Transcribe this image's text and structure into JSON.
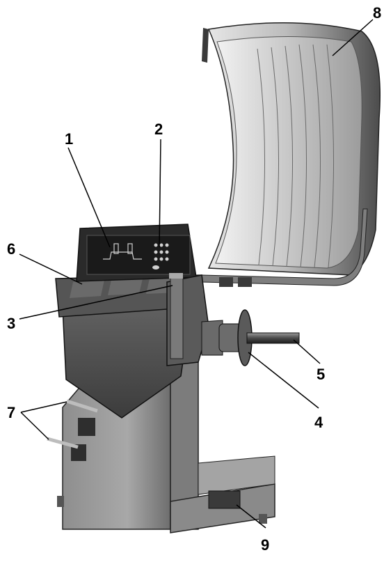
{
  "colors": {
    "body_light": "#9a9a9a",
    "body_mid": "#7a7a7a",
    "body_dark": "#4a4a4a",
    "panel": "#2a2a2a",
    "guard_light": "#d8d8d8",
    "guard_dark": "#5a5a5a",
    "line": "#000000"
  },
  "callouts": [
    {
      "label": "1"
    },
    {
      "label": "2"
    },
    {
      "label": "3"
    },
    {
      "label": "4"
    },
    {
      "label": "5"
    },
    {
      "label": "6"
    },
    {
      "label": "7"
    },
    {
      "label": "8"
    },
    {
      "label": "9"
    }
  ]
}
